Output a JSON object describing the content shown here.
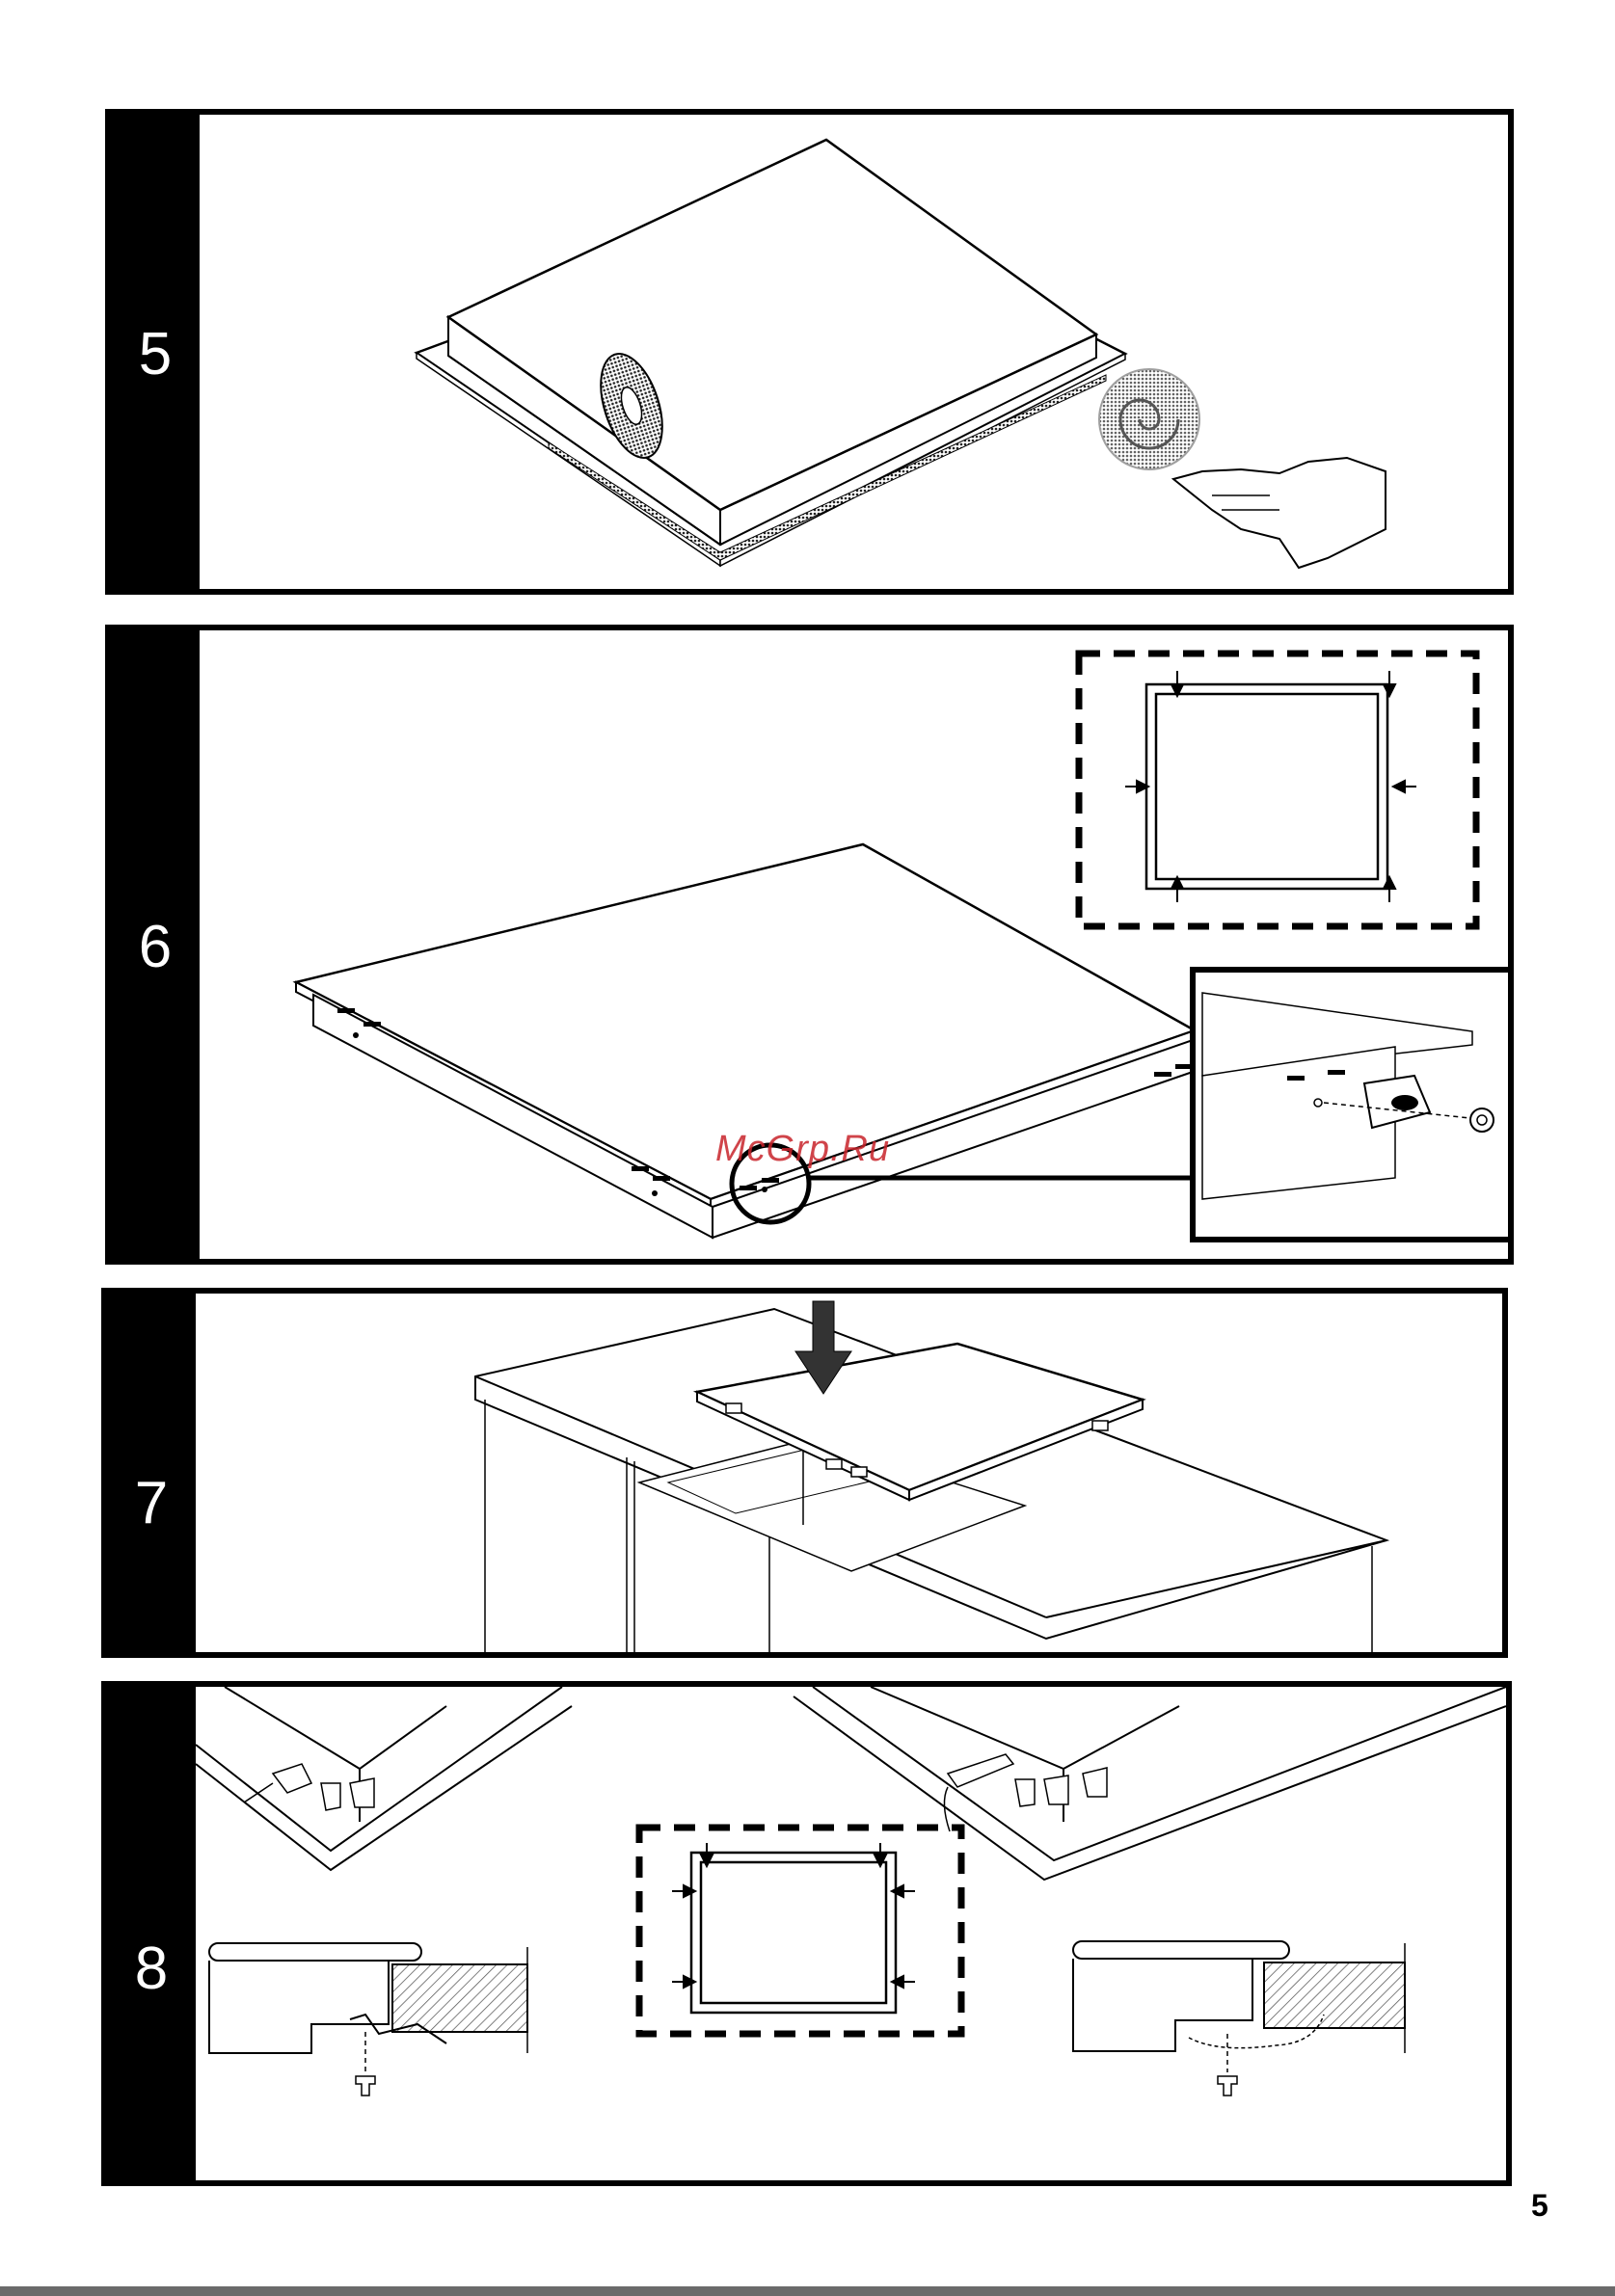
{
  "steps": [
    {
      "number": "5"
    },
    {
      "number": "6"
    },
    {
      "number": "7"
    },
    {
      "number": "8"
    }
  ],
  "watermark": "McGrp.Ru",
  "page_number": "5"
}
